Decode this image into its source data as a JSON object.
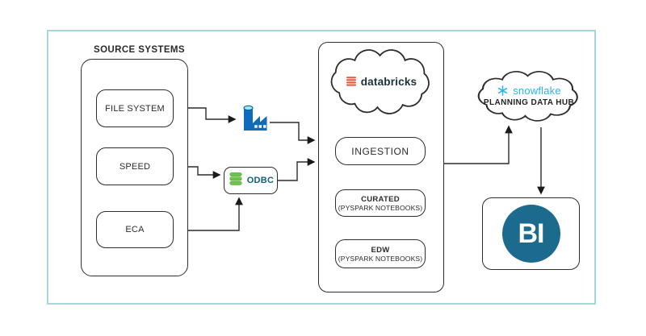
{
  "source_systems": {
    "label": "SOURCE SYSTEMS",
    "nodes": [
      {
        "label": "FILE SYSTEM"
      },
      {
        "label": "SPEED"
      },
      {
        "label": "ECA"
      }
    ]
  },
  "connectors": {
    "odbc_label": "ODBC",
    "icons": [
      "data-factory-icon",
      "odbc-database-icon"
    ]
  },
  "databricks": {
    "brand": "databricks",
    "boxes": [
      {
        "title": "INGESTION",
        "subtitle": ""
      },
      {
        "title": "CURATED",
        "subtitle": "(PYSPARK NOTEBOOKS)"
      },
      {
        "title": "EDW",
        "subtitle": "(PYSPARK NOTEBOOKS)"
      }
    ]
  },
  "snowflake": {
    "brand": "snowflake",
    "label": "PLANNING DATA HUB"
  },
  "bi": {
    "label": "BI"
  },
  "colors": {
    "frame_border": "#a9d6dc",
    "line": "#2b2b2b",
    "databricks_red": "#E4593F",
    "databricks_text": "#1B3139",
    "snowflake_blue": "#29B5E8",
    "odbc_text": "#0f5e80",
    "odbc_green": "#6CC24A",
    "factory_blue": "#0f6cbd",
    "bi_circle": "#1C6B8F"
  }
}
